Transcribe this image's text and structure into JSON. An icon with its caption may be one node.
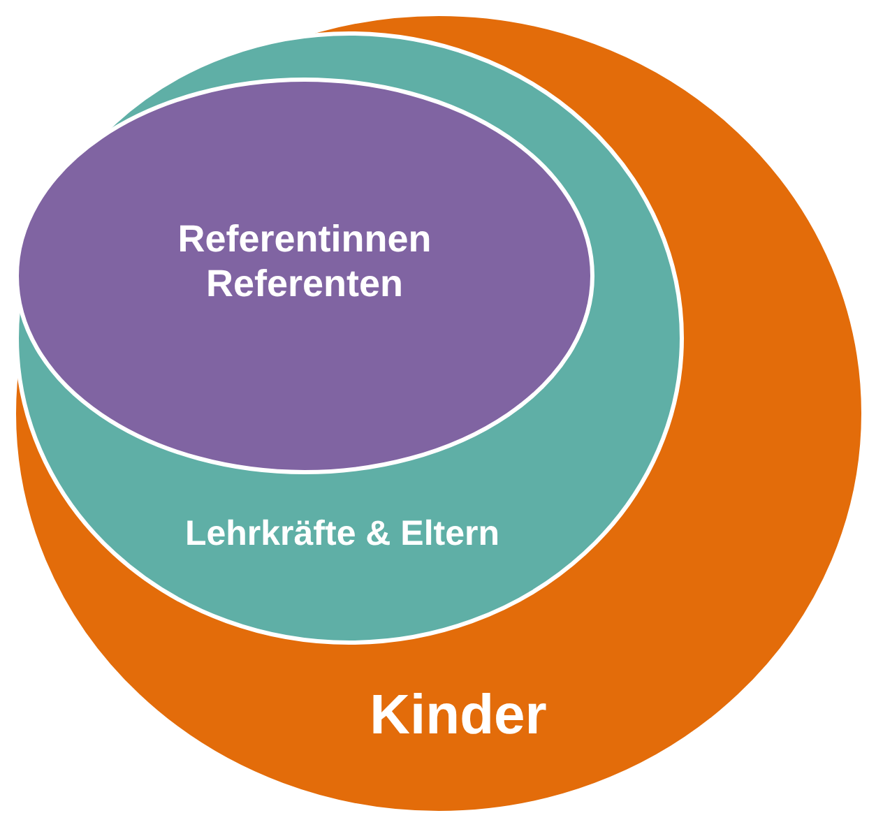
{
  "diagram": {
    "nodes": [
      {
        "text": [
          "Kinder"
        ]
      },
      {
        "text": [
          "Lehrkräfte & Eltern"
        ],
        "in": 0
      },
      {
        "text": [
          "Referentinnen Referenten"
        ],
        "in": 1
      }
    ]
  }
}
